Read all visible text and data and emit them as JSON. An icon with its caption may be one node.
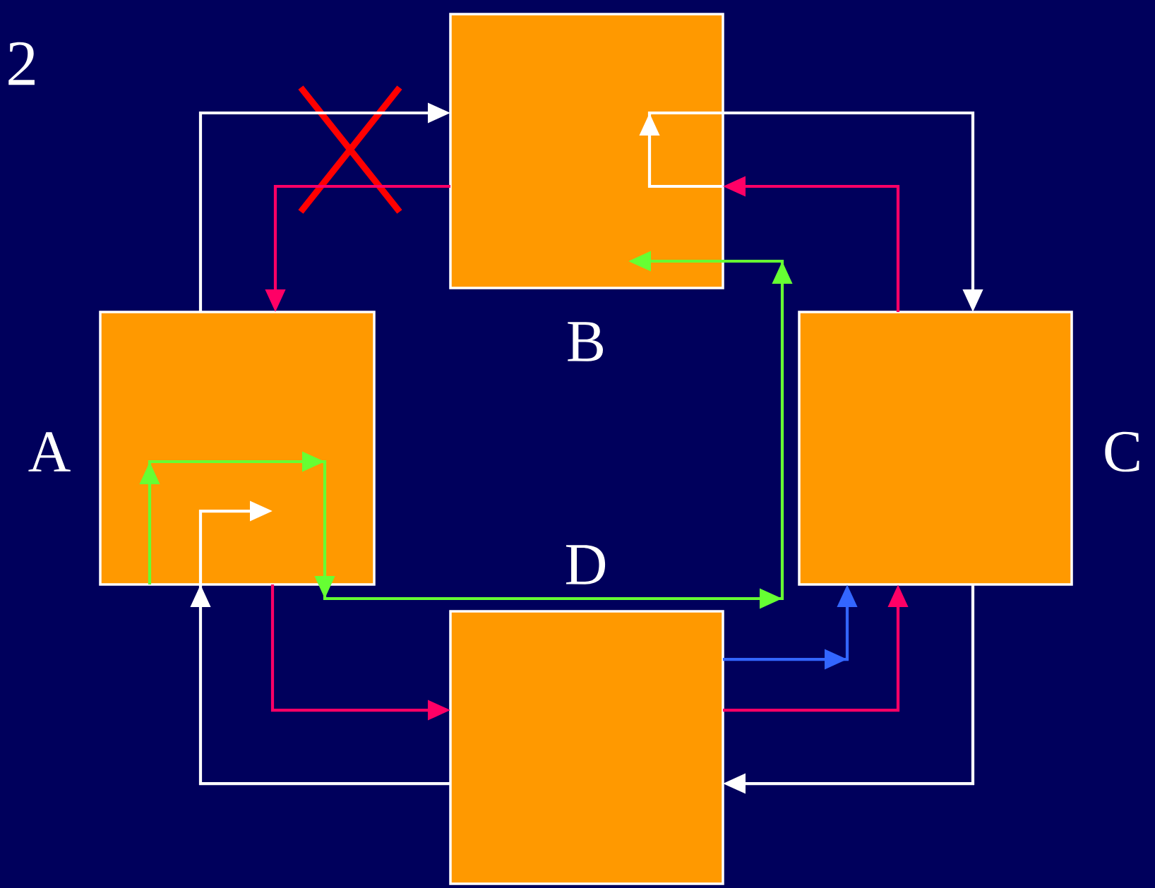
{
  "diagram": {
    "nodes": [
      {
        "text": [
          "A"
        ]
      },
      {
        "text": [
          "B"
        ]
      },
      {
        "text": [
          "C"
        ]
      },
      {
        "text": [
          "D"
        ]
      }
    ],
    "edges": [
      {
        "from": 0,
        "to": 1,
        "arrow": "to"
      },
      {
        "from": 1,
        "to": 0,
        "arrow": "to",
        "color": "#ff0066"
      },
      {
        "from": 1,
        "to": 2,
        "arrow": "to"
      },
      {
        "from": 2,
        "to": 1,
        "arrow": "to",
        "color": "#ff0066"
      },
      {
        "from": 0,
        "to": 1,
        "arrow": "to",
        "color": "#66ff33"
      },
      {
        "from": 3,
        "to": 0,
        "arrow": "to"
      },
      {
        "from": 0,
        "to": 3,
        "arrow": "to",
        "color": "#ff0066"
      },
      {
        "from": 3,
        "to": 2,
        "arrow": "to",
        "color": "#3366ff"
      },
      {
        "from": 3,
        "to": 2,
        "arrow": "to",
        "color": "#ff0066"
      },
      {
        "from": 2,
        "to": 3,
        "arrow": "to"
      }
    ],
    "labels": [
      "2"
    ]
  }
}
